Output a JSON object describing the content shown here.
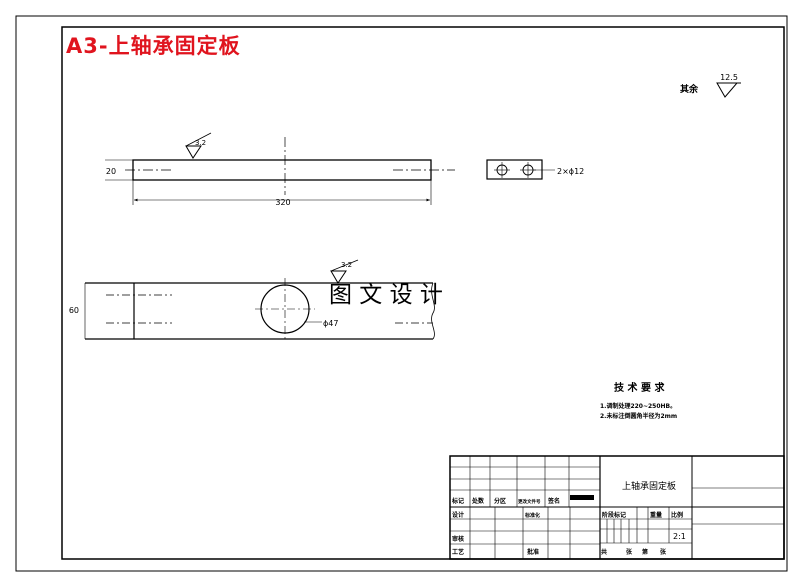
{
  "title_banner": "A3-上轴承固定板",
  "colors": {
    "banner": "#e0141e",
    "ink": "#000000"
  },
  "finish": {
    "label": "其余",
    "value": "12.5"
  },
  "top_view": {
    "roughness": "3.2",
    "dims": {
      "thickness": "20",
      "length": "320"
    }
  },
  "side_view": {
    "holes_note": "2×ϕ12"
  },
  "bottom_view": {
    "roughness": "3.2",
    "dims": {
      "height": "60",
      "hole": "ϕ47"
    }
  },
  "watermark": "图 文 设 计",
  "tech_req": {
    "heading": "技 术 要 求",
    "items": [
      "1.调制处理220~250HB。",
      "2.未标注倒圆角半径为2mm"
    ]
  },
  "title_block": {
    "part_name": "上轴承固定板",
    "labels": {
      "mark": "标记",
      "count": "处数",
      "zone": "分区",
      "change_doc": "更改文件号",
      "sign": "签名",
      "design": "设计",
      "standardize": "标准化",
      "stage": "阶段标记",
      "weight": "重量",
      "scale": "比例",
      "review": "审核",
      "process": "工艺",
      "approve": "批准",
      "sheets_total": "共",
      "sheet": "张",
      "sheet_no": "第",
      "sheet_unit": "张"
    },
    "scale_value": "2:1"
  }
}
